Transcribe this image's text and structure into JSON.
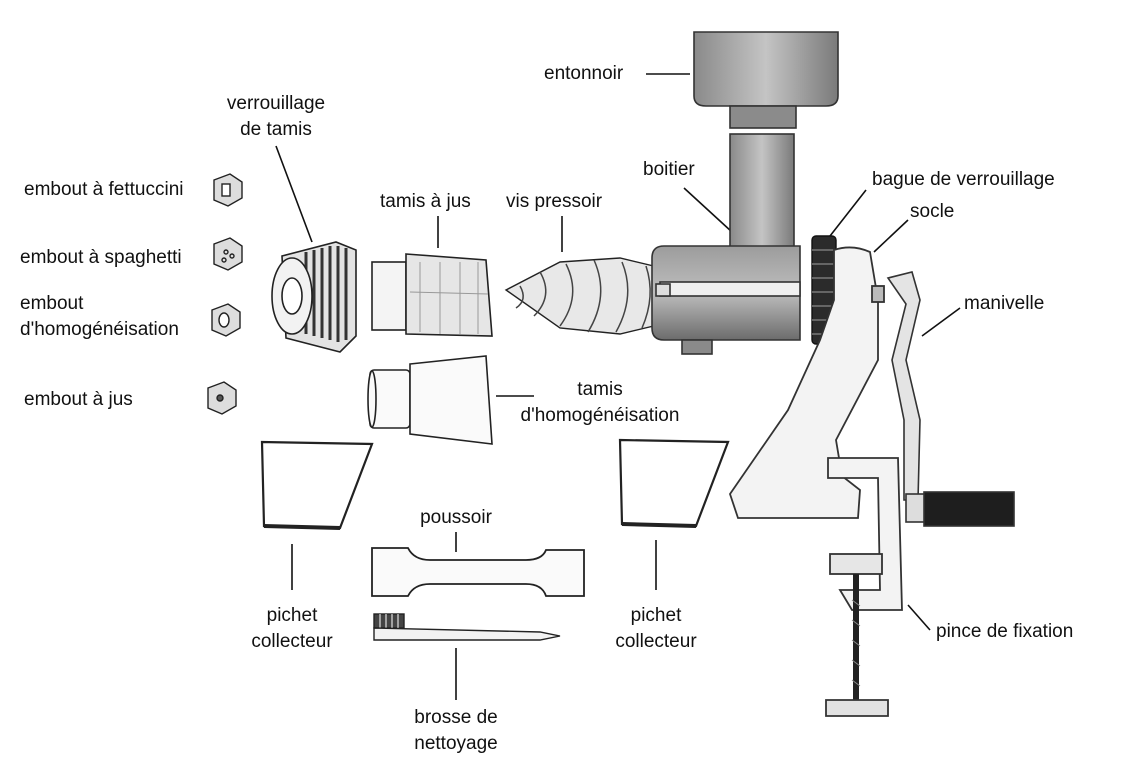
{
  "labels": {
    "entonnoir": "entonnoir",
    "verrouillage_1": "verrouillage",
    "verrouillage_2": "de tamis",
    "boitier": "boitier",
    "bague": "bague de verrouillage",
    "socle": "socle",
    "embout_fettuccini": "embout à fettuccini",
    "tamis_jus": "tamis à jus",
    "vis_pressoir": "vis pressoir",
    "embout_spaghetti": "embout à spaghetti",
    "manivelle": "manivelle",
    "embout_homog_1": "embout",
    "embout_homog_2": "d'homogénéisation",
    "embout_jus": "embout à jus",
    "tamis_homog_1": "tamis",
    "tamis_homog_2": "d'homogénéisation",
    "poussoir": "poussoir",
    "pichet_left_1": "pichet",
    "pichet_left_2": "collecteur",
    "pichet_right_1": "pichet",
    "pichet_right_2": "collecteur",
    "pince": "pince de fixation",
    "brosse_1": "brosse de",
    "brosse_2": "nettoyage"
  },
  "colors": {
    "ink": "#111111",
    "metal_dark": "#6f6f6f",
    "metal_mid": "#9a9a9a",
    "metal_light": "#c9c9c9",
    "outline": "#2a2a2a"
  }
}
